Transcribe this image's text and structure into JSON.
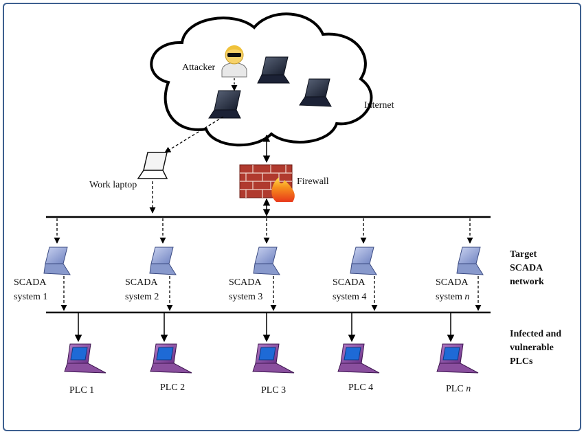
{
  "labels": {
    "attacker": "Attacker",
    "internet": "Internet",
    "work_laptop": "Work laptop",
    "firewall": "Firewall",
    "target_line1": "Target",
    "target_line2": "SCADA",
    "target_line3": "network",
    "plc_group_line1": "Infected and",
    "plc_group_line2": "vulnerable",
    "plc_group_line3": "PLCs"
  },
  "scada_systems": [
    {
      "line1": "SCADA",
      "line2": "system 1"
    },
    {
      "line1": "SCADA",
      "line2": "system 2"
    },
    {
      "line1": "SCADA",
      "line2": "system 3"
    },
    {
      "line1": "SCADA",
      "line2": "system 4"
    },
    {
      "line1": "SCADA",
      "line2": "system ",
      "italic": "n"
    }
  ],
  "plcs": [
    {
      "label": "PLC 1"
    },
    {
      "label": "PLC 2"
    },
    {
      "label": "PLC 3"
    },
    {
      "label": "PLC 4"
    },
    {
      "label": "PLC ",
      "italic": "n"
    }
  ],
  "icons": {
    "attacker": "hacker-avatar-icon",
    "internet_laptop": "dark-laptop-icon",
    "work_laptop": "outline-laptop-icon",
    "firewall": "brick-wall-with-fire-icon",
    "scada": "blue-laptop-icon",
    "plc": "purple-laptop-icon"
  },
  "colors": {
    "frame": "#3d5f8f",
    "scada_laptop": "#8899cc",
    "plc_laptop": "#8a4f9e",
    "plc_screen": "#1e6ad6",
    "internet_laptop": "#1c2236",
    "brick": "#b03a2e",
    "flame": "#f28c1c"
  }
}
